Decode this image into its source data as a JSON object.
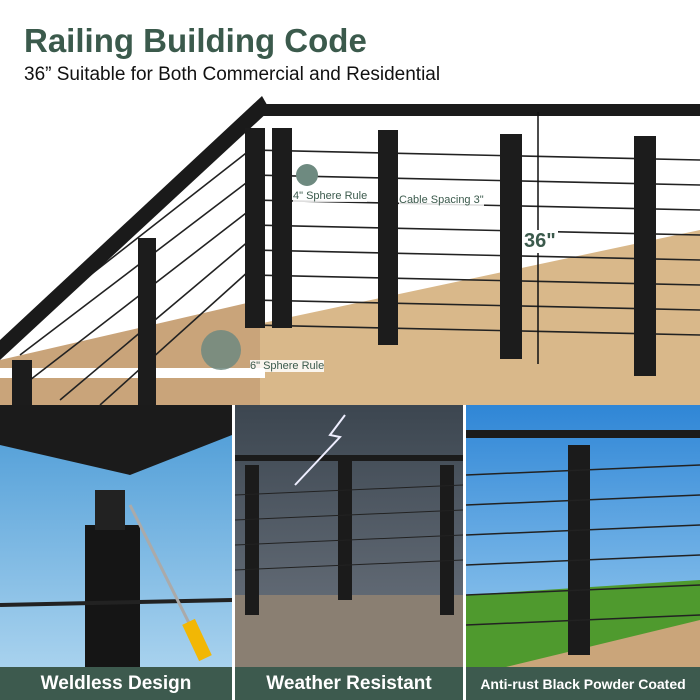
{
  "header": {
    "title": "Railing Building Code",
    "subtitle": "36” Suitable for Both Commercial and Residential"
  },
  "annotations": {
    "sphere4": "4\" Sphere Rule",
    "cable_spacing": "Cable Spacing 3\"",
    "height": "36\"",
    "sphere6": "6\" Sphere Rule"
  },
  "features": [
    {
      "label": "Weldless Design"
    },
    {
      "label": "Weather Resistant"
    },
    {
      "label": "Anti-rust Black Powder Coated"
    }
  ],
  "colors": {
    "brand": "#3d5a4e"
  }
}
